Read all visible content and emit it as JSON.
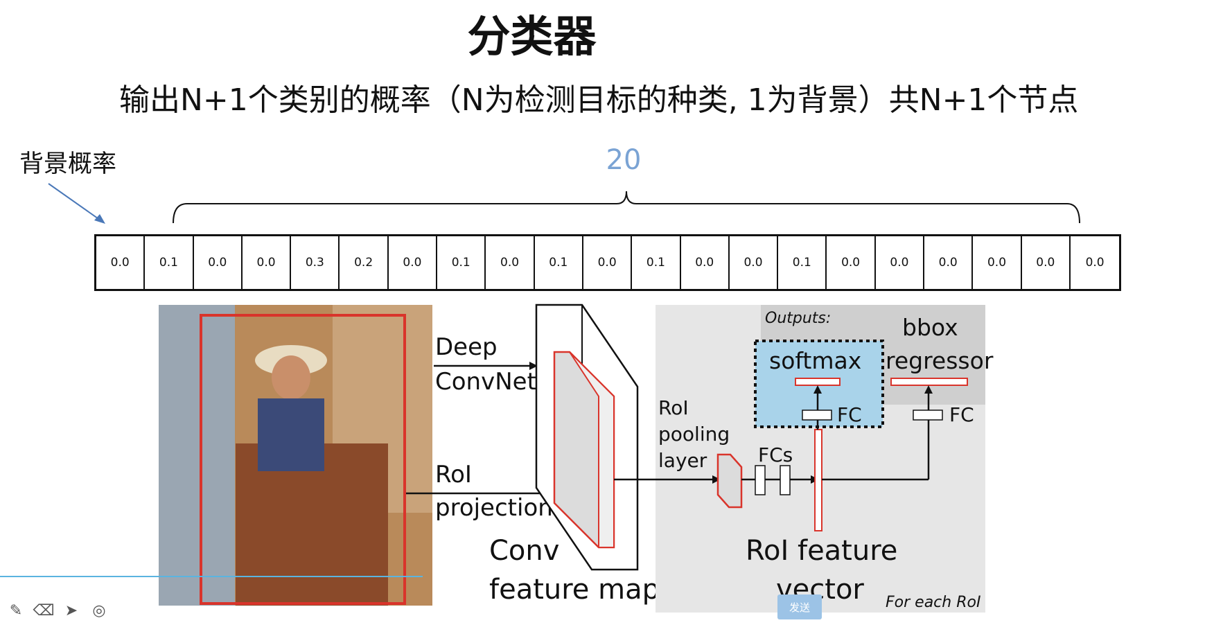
{
  "title": "分类器",
  "subtitle": "输出N+1个类别的概率（N为检测目标的种类, 1为背景）共N+1个节点",
  "background_label": "背景概率",
  "count_label": "20",
  "probabilities": [
    "0.0",
    "0.1",
    "0.0",
    "0.0",
    "0.3",
    "0.2",
    "0.0",
    "0.1",
    "0.0",
    "0.1",
    "0.0",
    "0.1",
    "0.0",
    "0.0",
    "0.1",
    "0.0",
    "0.0",
    "0.0",
    "0.0",
    "0.0",
    "0.0"
  ],
  "diagram": {
    "deep_convnet_line1": "Deep",
    "deep_convnet_line2": "ConvNet",
    "roi_projection_line1": "RoI",
    "roi_projection_line2": "projection",
    "conv_map_line1": "Conv",
    "conv_map_line2": "feature map",
    "roi_pooling_line1": "RoI",
    "roi_pooling_line2": "pooling",
    "roi_pooling_line3": "layer",
    "fcs": "FCs",
    "roi_vector_line1": "RoI feature",
    "roi_vector_line2": "vector",
    "outputs": "Outputs:",
    "softmax": "softmax",
    "bbox_line1": "bbox",
    "bbox_line2": "regressor",
    "fc_left": "FC",
    "fc_right": "FC",
    "for_each_roi": "For each RoI"
  },
  "toolbar": {
    "send_label": "发送"
  },
  "colors": {
    "accent_red": "#d9342b",
    "accent_blue": "#7aa3d4",
    "softmax_bg": "#a9d3ea",
    "panel_bg": "#e6e6e6"
  }
}
